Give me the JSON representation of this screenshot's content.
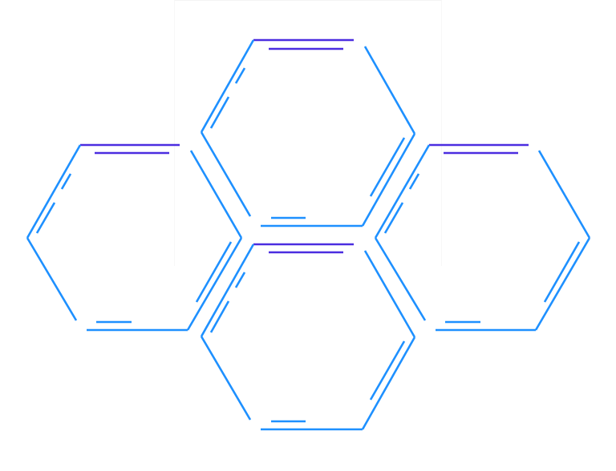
{
  "diagram": {
    "type": "chemical-structure",
    "rings": [
      {
        "name": "top-ring"
      },
      {
        "name": "left-ring"
      },
      {
        "name": "right-ring"
      },
      {
        "name": "bottom-ring"
      }
    ],
    "colors": {
      "bond": "#1e90ff",
      "bond_highlight": "#4b2de0",
      "background": "#ffffff"
    }
  }
}
